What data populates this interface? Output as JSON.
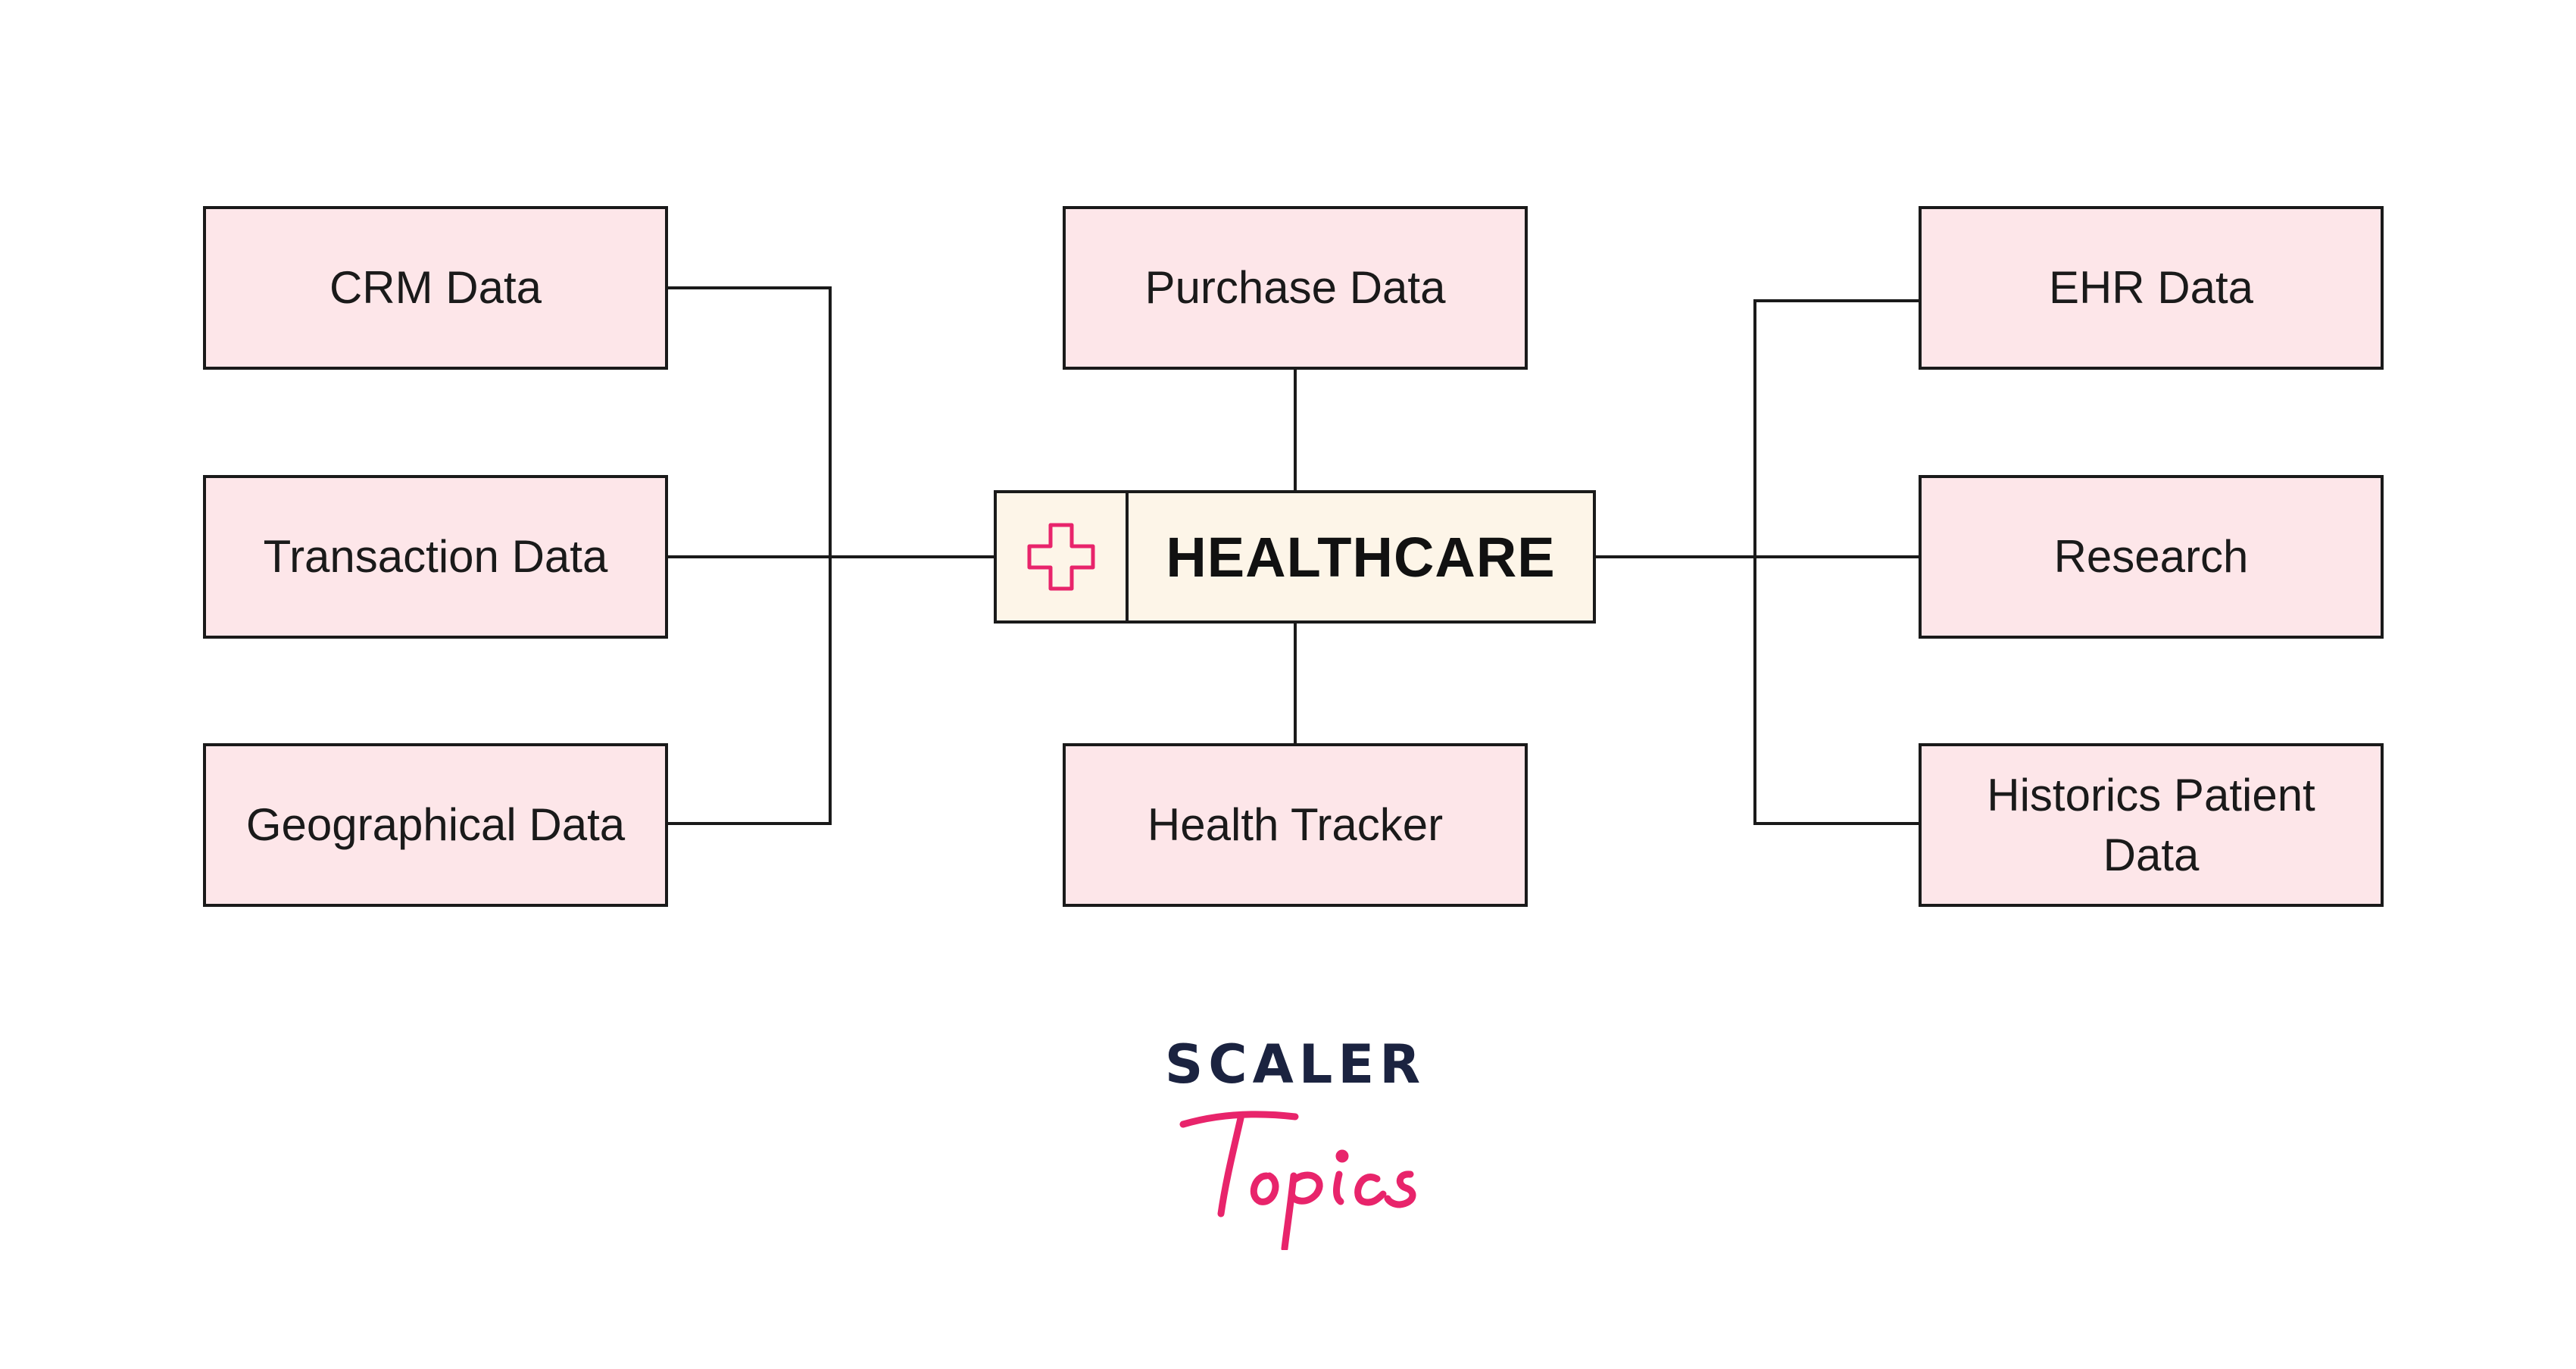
{
  "diagram": {
    "hub": {
      "label": "HEALTHCARE",
      "icon": "medical-cross-icon"
    },
    "nodes": {
      "crm": "CRM Data",
      "transaction": "Transaction Data",
      "geographical": "Geographical Data",
      "purchase": "Purchase Data",
      "health_tracker": "Health Tracker",
      "ehr": "EHR Data",
      "research": "Research",
      "historics": "Historics Patient Data"
    }
  },
  "branding": {
    "logo_word": "SCALER",
    "logo_script": "Topics"
  },
  "colors": {
    "node_fill": "#fde6e9",
    "hub_fill": "#fdf5e8",
    "line": "#1a1a1a",
    "accent": "#e8246b",
    "logo_dark": "#1b2340"
  }
}
